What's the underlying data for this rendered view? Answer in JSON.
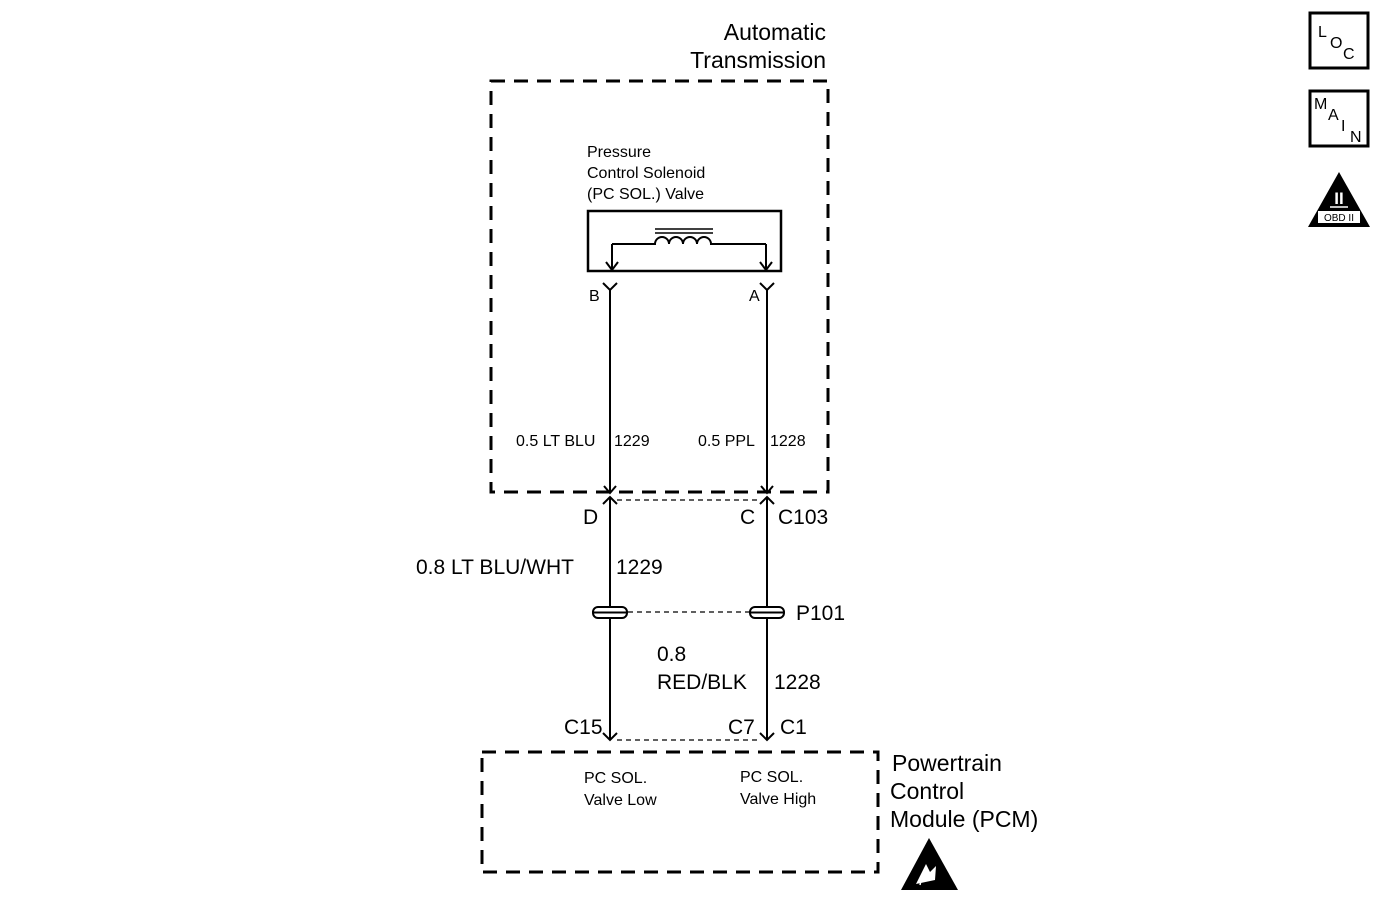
{
  "transmission": {
    "title_line1": "Automatic",
    "title_line2": "Transmission"
  },
  "solenoid": {
    "label_line1": "Pressure",
    "label_line2": "Control Solenoid",
    "label_line3": "(PC SOL.) Valve",
    "terminal_b": "B",
    "terminal_a": "A"
  },
  "internal_wires": {
    "left": "0.5 LT BLU",
    "left_circuit": "1229",
    "right": "0.5 PPL",
    "right_circuit": "1228"
  },
  "connector_c103": {
    "pin_left": "D",
    "pin_right": "C",
    "name": "C103"
  },
  "harness_wires": {
    "left": "0.8 LT BLU/WHT",
    "left_circuit": "1229",
    "right_line1": "0.8",
    "right_line2": "RED/BLK",
    "right_circuit": "1228"
  },
  "pass_through": {
    "name": "P101"
  },
  "connector_pcm": {
    "pin_left": "C15",
    "pin_right": "C7",
    "name": "C1"
  },
  "pcm": {
    "title_line1": "Powertrain",
    "title_line2": "Control",
    "title_line3": "Module (PCM)",
    "input_low_line1": "PC SOL.",
    "input_low_line2": "Valve Low",
    "input_high_line1": "PC SOL.",
    "input_high_line2": "Valve High"
  },
  "nav_buttons": {
    "loc": [
      "L",
      "O",
      "C"
    ],
    "main": [
      "M",
      "A",
      "I",
      "N"
    ],
    "obd_roman": "II",
    "obd_label": "OBD II"
  }
}
